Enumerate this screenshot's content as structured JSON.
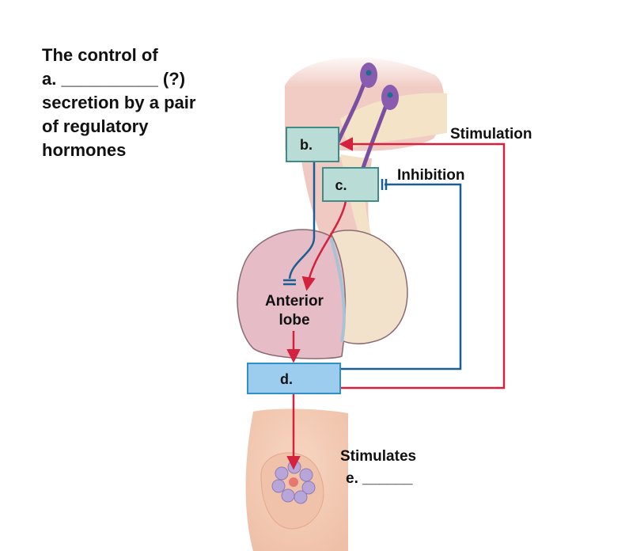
{
  "title": {
    "lines": [
      "The control of",
      "a. __________ (?)",
      "secretion by a pair",
      "of regulatory",
      "hormones"
    ]
  },
  "boxes": {
    "b": "b.",
    "c": "c.",
    "d": "d."
  },
  "labels": {
    "stimulation": "Stimulation",
    "inhibition": "Inhibition",
    "anterior_lobe_line1": "Anterior",
    "anterior_lobe_line2": "lobe",
    "stimulates": "Stimulates",
    "target": "e. ______"
  },
  "colors": {
    "stimulation_arrow": "#d4213d",
    "inhibition_line": "#1a5f93",
    "box_b_c_fill": "#b9ddd6",
    "box_b_c_border": "#3d8c86",
    "box_d_fill": "#9ccdee",
    "box_d_border": "#2f8fc9",
    "neuron": "#7b4fa0",
    "anterior_lobe": "#e6bcc6",
    "posterior_lobe": "#f1dfc9",
    "brain_tissue": "#f1ccc4"
  }
}
